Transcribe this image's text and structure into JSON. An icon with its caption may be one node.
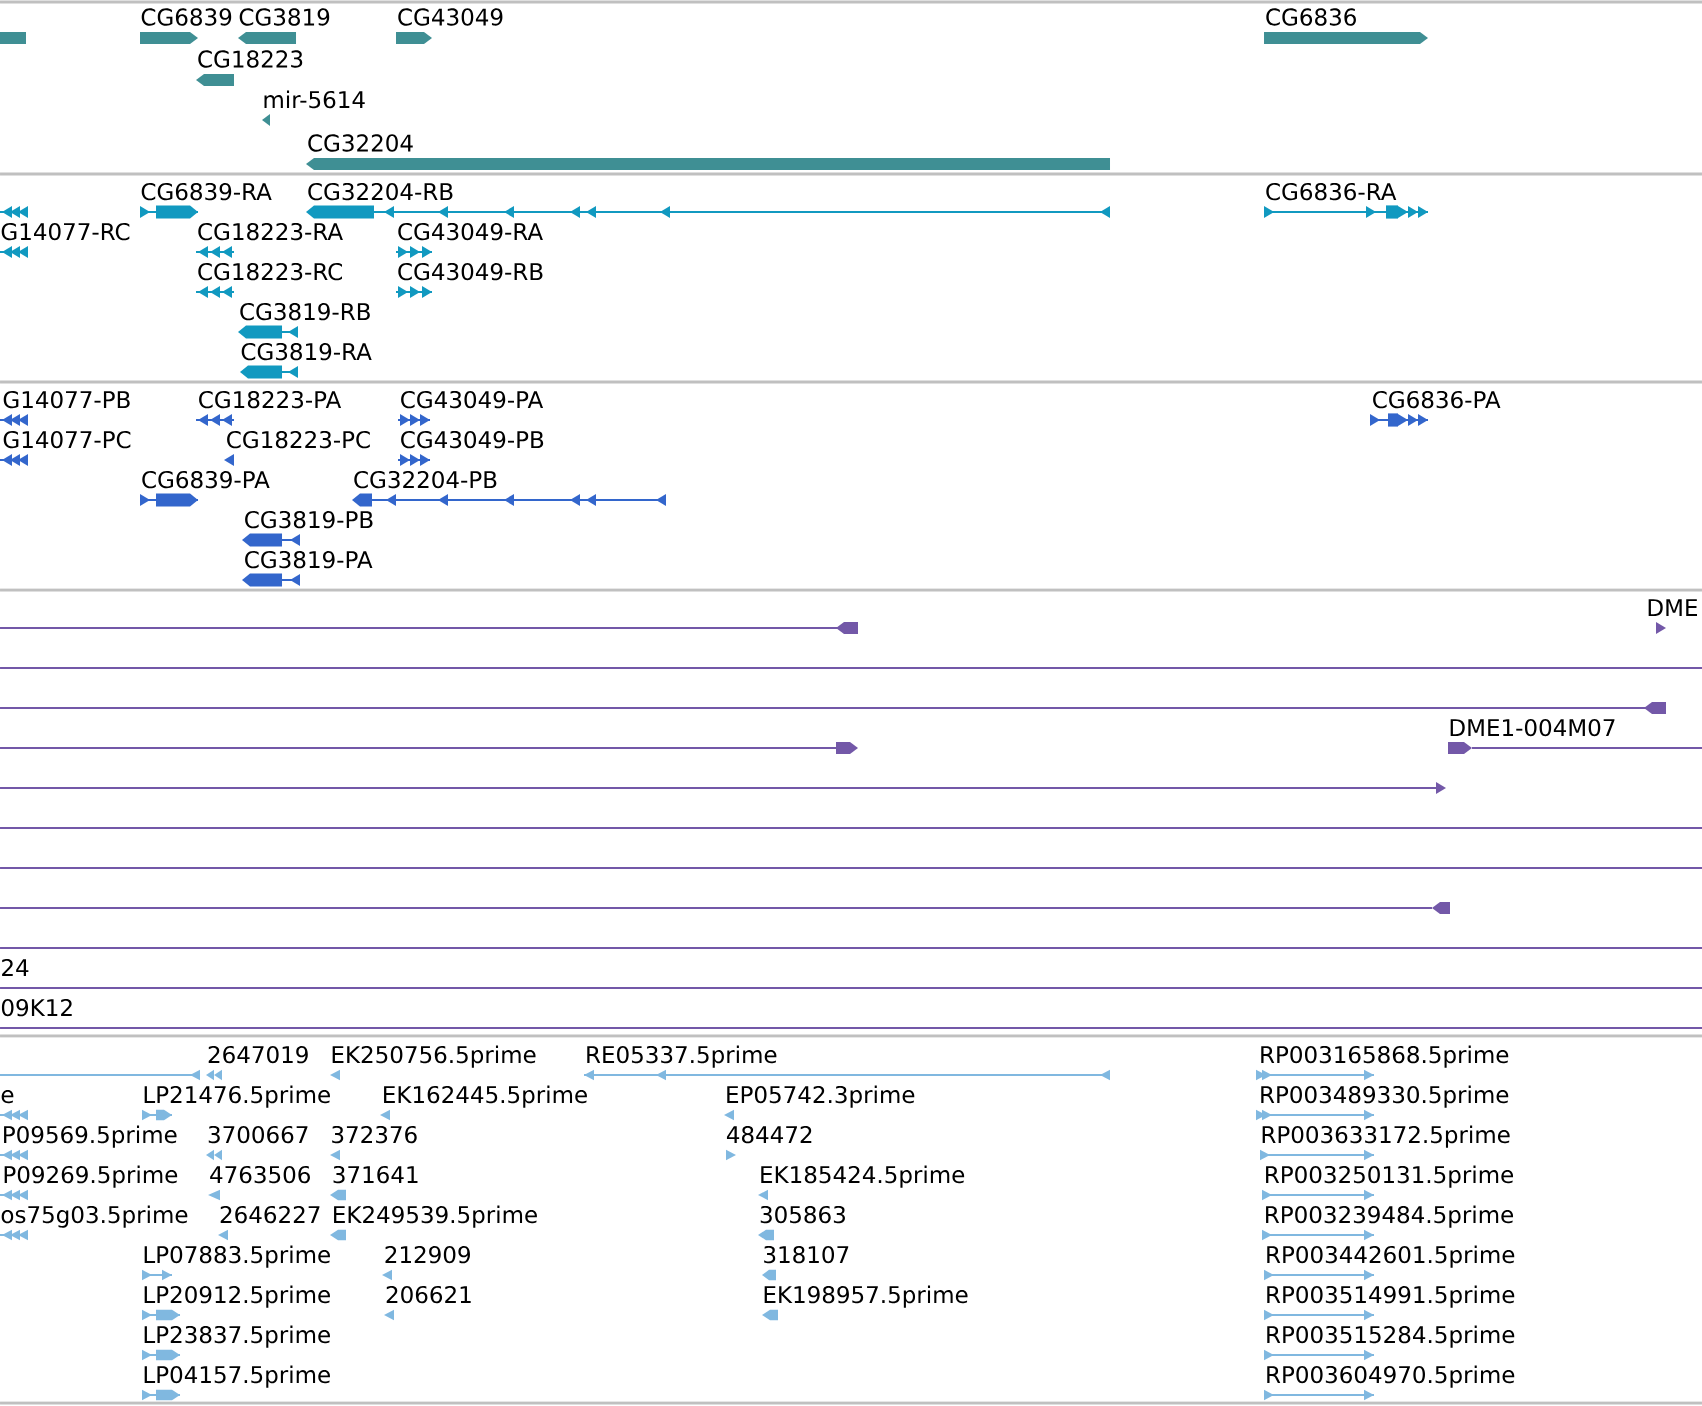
{
  "diagram": {
    "labels": [
      "CG6839",
      "CG3819",
      "CG43049",
      "CG6836",
      "CG18223",
      "mir-5614",
      "CG32204",
      "CG6839-RA",
      "CG32204-RB",
      "CG6836-RA",
      "G14077-RC",
      "CG18223-RA",
      "CG43049-RA",
      "CG18223-RC",
      "CG43049-RB",
      "CG3819-RB",
      "CG3819-RA",
      "G14077-PB",
      "CG18223-PA",
      "CG43049-PA",
      "CG6836-PA",
      "G14077-PC",
      "CG18223-PC",
      "CG43049-PB",
      "CG6839-PA",
      "CG32204-PB",
      "CG3819-PB",
      "CG3819-PA",
      "DME",
      "DME1-004M07",
      "24",
      "09K12",
      "2647019",
      "EK250756.5prime",
      "RE05337.5prime",
      "RP003165868.5prime",
      "e",
      "LP21476.5prime",
      "EK162445.5prime",
      "EP05742.3prime",
      "RP003489330.5prime",
      "P09569.5prime",
      "3700667",
      "372376",
      "484472",
      "RP003633172.5prime",
      "P09269.5prime",
      "4763506",
      "371641",
      "EK185424.5prime",
      "RP003250131.5prime",
      "os75g03.5prime",
      "2646227",
      "EK249539.5prime",
      "305863",
      "RP003239484.5prime",
      "LP07883.5prime",
      "212909",
      "318107",
      "RP003442601.5prime",
      "LP20912.5prime",
      "206621",
      "EK198957.5prime",
      "RP003514991.5prime",
      "LP23837.5prime",
      "RP003515284.5prime",
      "LP04157.5prime",
      "RP003604970.5prime"
    ]
  }
}
